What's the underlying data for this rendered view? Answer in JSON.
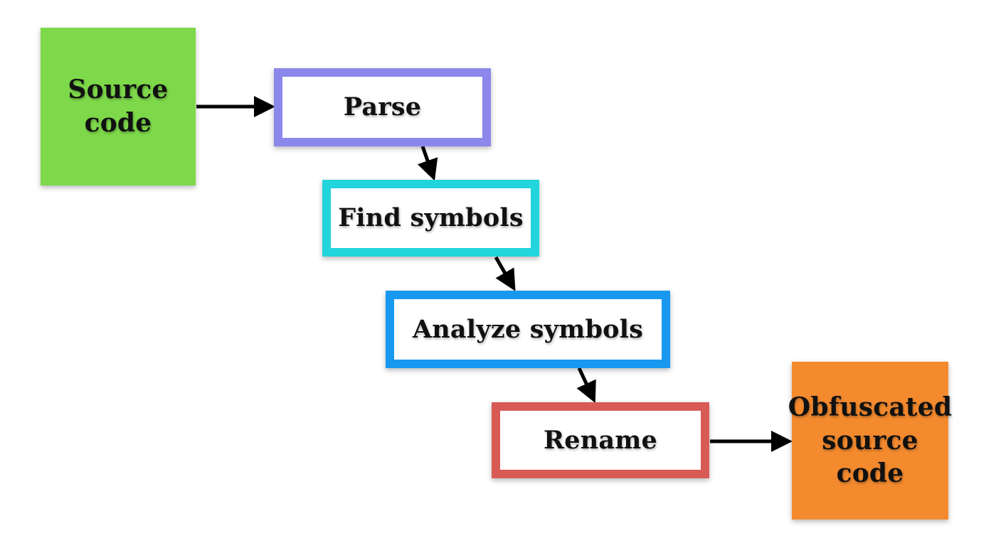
{
  "colors": {
    "source_fill": "#7ed94a",
    "parse_border": "#8b87eb",
    "find_border": "#22d4dc",
    "analyze_border": "#1998f0",
    "rename_border": "#d75a55",
    "obfuscated_fill": "#f48a2e",
    "arrow": "#000000"
  },
  "nodes": {
    "source": {
      "label": "Source\ncode"
    },
    "parse": {
      "label": "Parse"
    },
    "find": {
      "label": "Find symbols"
    },
    "analyze": {
      "label": "Analyze symbols"
    },
    "rename": {
      "label": "Rename"
    },
    "obfuscated": {
      "label": "Obfuscated\nsource\ncode"
    }
  },
  "edges": [
    {
      "from": "source",
      "to": "parse"
    },
    {
      "from": "parse",
      "to": "find"
    },
    {
      "from": "find",
      "to": "analyze"
    },
    {
      "from": "analyze",
      "to": "rename"
    },
    {
      "from": "rename",
      "to": "obfuscated"
    }
  ]
}
